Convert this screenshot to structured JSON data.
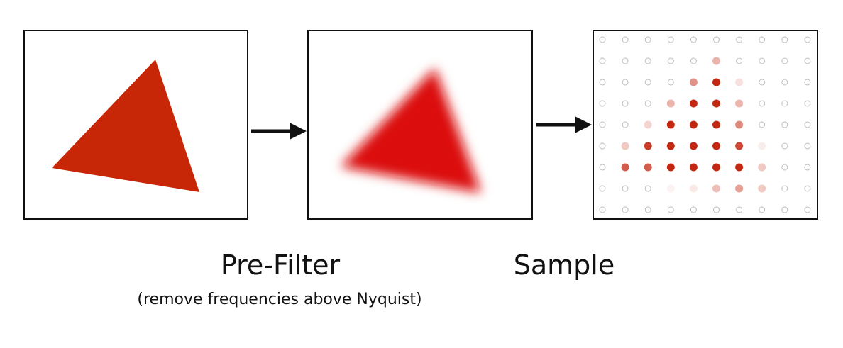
{
  "labels": {
    "prefilter": "Pre-Filter",
    "prefilter_note": "(remove frequencies above Nyquist)",
    "sample": "Sample"
  },
  "colors": {
    "triangle": "#c72706",
    "blurred_triangle": "#db0a08",
    "sample_dot": "#c42711",
    "empty_dot_stroke": "#bdbdbd",
    "frame": "#111111"
  },
  "icons": {
    "arrow": "arrow-right-icon"
  },
  "sample_grid": {
    "rows": 9,
    "cols": 10,
    "intensities": [
      [
        0,
        0,
        0,
        0,
        0,
        0,
        0,
        0,
        0,
        0
      ],
      [
        0,
        0,
        0,
        0,
        0,
        0.35,
        0,
        0,
        0,
        0
      ],
      [
        0,
        0,
        0,
        0,
        0.5,
        1,
        0.15,
        0,
        0,
        0
      ],
      [
        0,
        0,
        0,
        0.35,
        1,
        1,
        0.35,
        0,
        0,
        0
      ],
      [
        0,
        0,
        0.2,
        1,
        1,
        1,
        0.55,
        0,
        0,
        0
      ],
      [
        0,
        0.25,
        0.9,
        1,
        1,
        1,
        0.85,
        0.08,
        0,
        0
      ],
      [
        0,
        0.75,
        0.75,
        1,
        1,
        1,
        1,
        0.25,
        0,
        0
      ],
      [
        0,
        0,
        0,
        0.06,
        0.1,
        0.3,
        0.45,
        0.25,
        0,
        0
      ],
      [
        0,
        0,
        0,
        0,
        0,
        0,
        0,
        0,
        0,
        0
      ]
    ]
  }
}
